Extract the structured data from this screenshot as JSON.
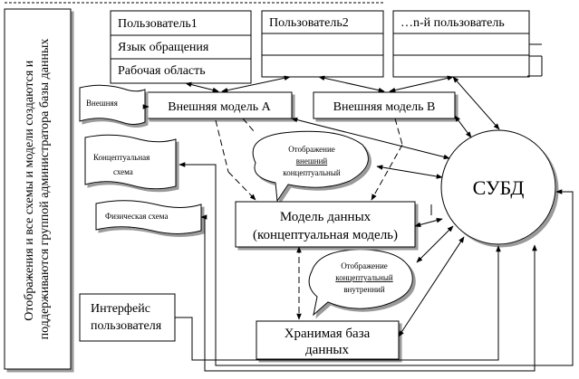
{
  "side_label": {
    "line1": "Отображения и все схемы и модели создаются и",
    "line2": "поддерживаются группой администратора базы данных"
  },
  "users": {
    "user1": {
      "title": "Пользователь1",
      "language": "Язык обращения",
      "workspace": "Рабочая область"
    },
    "user2": {
      "title": "Пользователь2"
    },
    "user_n": {
      "title": "…n-й пользователь"
    }
  },
  "models": {
    "external_a": "Внешняя модель А",
    "external_b": "Внешняя модель В",
    "data_model_line1": "Модель данных",
    "data_model_line2": "(концептуальная модель)",
    "stored_db_line1": "Хранимая база",
    "stored_db_line2": "данных"
  },
  "schemas": {
    "external": "Внешняя",
    "conceptual_line1": "Концептуальная",
    "conceptual_line2": "схема",
    "physical": "Физическая схема"
  },
  "mappings": {
    "ext_conc_line1": "Отображение",
    "ext_conc_line2": "внешний",
    "ext_conc_line3": "концептуальный",
    "conc_int_line1": "Отображение",
    "conc_int_line2": "концептуальный",
    "conc_int_line3": "внутренний"
  },
  "dbms": "СУБД",
  "interface_line1": "Интерфейс",
  "interface_line2": "пользователя"
}
